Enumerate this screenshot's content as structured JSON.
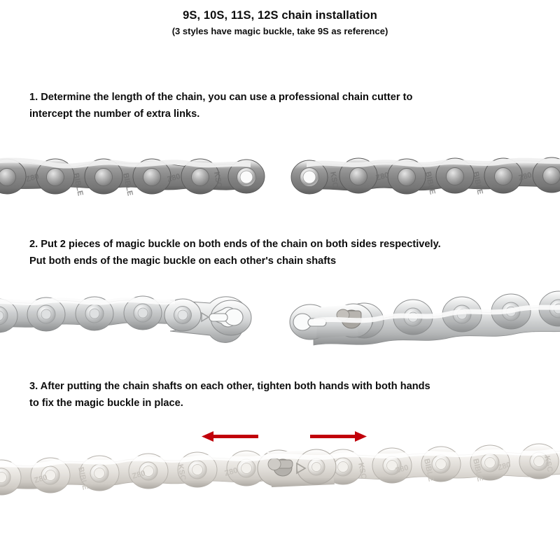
{
  "header": {
    "title": "9S, 10S, 11S, 12S chain installation",
    "subtitle": "(3 styles have magic buckle, take 9S as reference)"
  },
  "steps": [
    {
      "id": "step-1",
      "line1": "1. Determine the length of the chain, you can use a professional chain cutter to",
      "line2": "intercept the number of extra links.",
      "figure": {
        "name": "chain-cut-to-length-figure",
        "description": "Two dark-grey chain segments with open end links facing each other",
        "segments": 2
      }
    },
    {
      "id": "step-2",
      "line1": "2. Put 2 pieces of magic buckle on both ends of the chain on both sides respectively.",
      "line2": "Put both ends of the magic buckle on each other's chain shafts",
      "figure": {
        "name": "magic-buckle-halves-figure",
        "description": "Two bright silver chain segments each ending in a magic buckle keyhole plate",
        "segments": 2
      }
    },
    {
      "id": "step-3",
      "line1": "3. After putting the chain shafts on each other, tighten both hands with both hands",
      "line2": "to fix the magic buckle in place.",
      "figure": {
        "name": "magic-buckle-locked-figure",
        "description": "One continuous light silver chain with the magic buckle seated in the centre",
        "segments": 1
      },
      "annotations": {
        "arrow_left": "pull-left-arrow",
        "arrow_right": "pull-right-arrow"
      }
    }
  ],
  "chain_markings": {
    "brand_text": "BIBLE",
    "model_text": "Z80",
    "side_text": "KSC"
  },
  "colors": {
    "page_background": "#ffffff",
    "text": "#0d0d0d",
    "arrow_red": "#c1000a",
    "chain_dark_plate": "#8c8c8c",
    "chain_dark_plate_shadow": "#6a6a6a",
    "chain_bright_plate": "#c9cacb",
    "chain_light_plate": "#e4e1dd",
    "chain_pin": "#b5b6b7",
    "chain_roller": "#9a9b9c"
  }
}
